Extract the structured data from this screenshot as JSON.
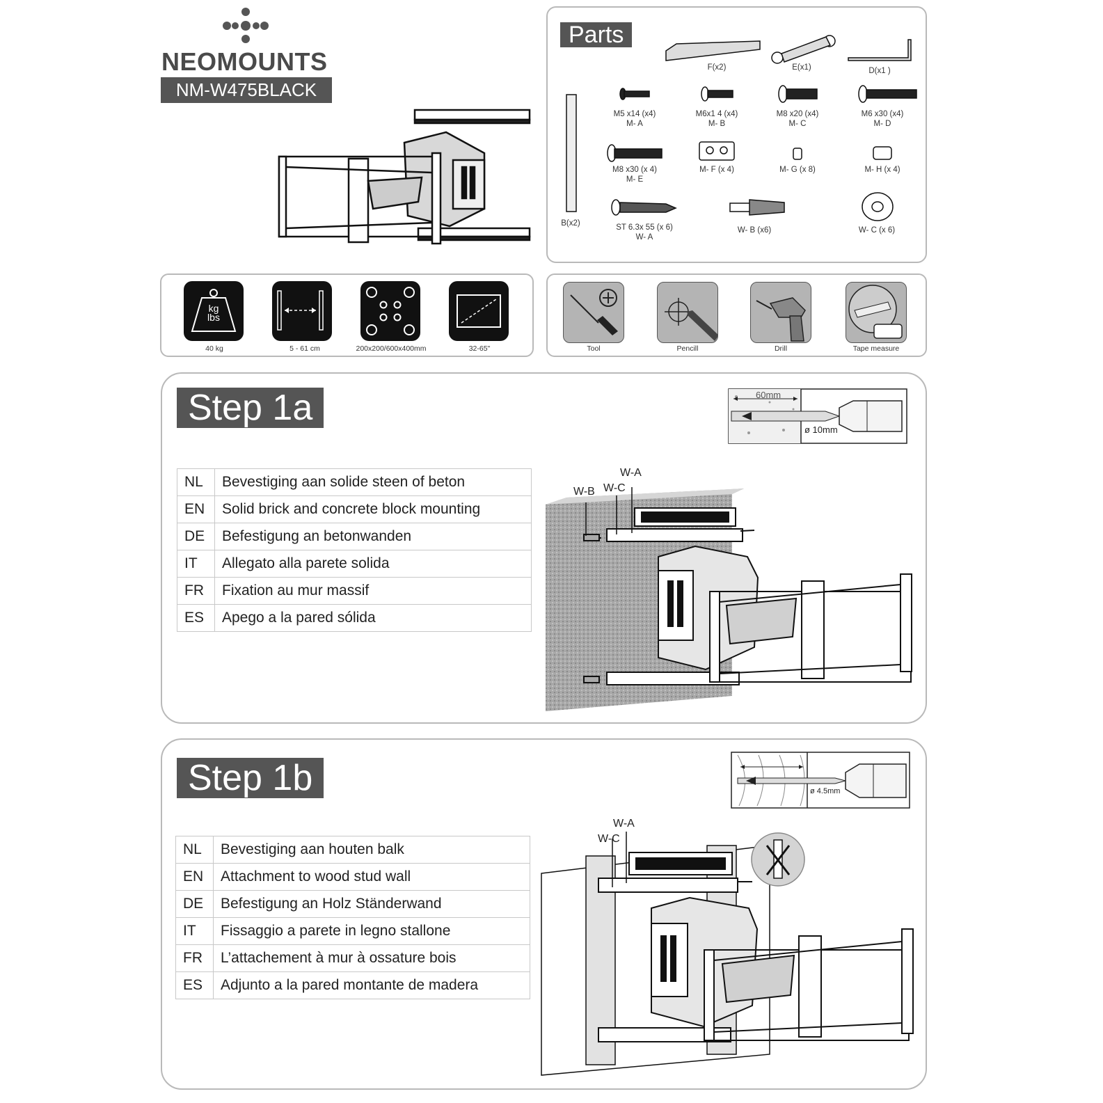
{
  "brand": {
    "name": "NEOMOUNTS",
    "model": "NM-W475BLACK"
  },
  "parts": {
    "title": "Parts",
    "items": [
      {
        "label1": "F(x2)",
        "label2": ""
      },
      {
        "label1": "E(x1)",
        "label2": ""
      },
      {
        "label1": "D(x1 )",
        "label2": ""
      },
      {
        "label1": "M5 x14 (x4)",
        "label2": "M- A"
      },
      {
        "label1": "M6x1 4 (x4)",
        "label2": "M- B"
      },
      {
        "label1": "M8 x20 (x4)",
        "label2": "M- C"
      },
      {
        "label1": "M6 x30 (x4)",
        "label2": "M- D"
      },
      {
        "label1": "M8 x30 (x 4)",
        "label2": "M- E"
      },
      {
        "label1": "M- F (x 4)",
        "label2": ""
      },
      {
        "label1": "M- G (x 8)",
        "label2": ""
      },
      {
        "label1": "M- H (x 4)",
        "label2": ""
      },
      {
        "label1": "B(x2)",
        "label2": ""
      },
      {
        "label1": "ST 6.3x 55  (x 6)",
        "label2": "W- A"
      },
      {
        "label1": "W- B (x6)",
        "label2": ""
      },
      {
        "label1": "W- C (x 6)",
        "label2": ""
      }
    ]
  },
  "specs": [
    {
      "icon": "weight-icon",
      "label": "40 kg",
      "glyph1": "kg",
      "glyph2": "lbs"
    },
    {
      "icon": "wall-distance-icon",
      "label": "5 - 61 cm"
    },
    {
      "icon": "vesa-pattern-icon",
      "label": "200x200/600x400mm"
    },
    {
      "icon": "screen-size-icon",
      "label": "32-65\""
    }
  ],
  "tools": [
    {
      "icon": "screwdriver-icon",
      "label": "Tool"
    },
    {
      "icon": "pencil-icon",
      "label": "Pencill"
    },
    {
      "icon": "drill-icon",
      "label": "Drill"
    },
    {
      "icon": "tape-measure-icon",
      "label": "Tape measure"
    }
  ],
  "step1a": {
    "title": "Step 1a",
    "drill_depth": "60mm",
    "drill_diameter": "ø 10mm",
    "callouts": [
      "W-A",
      "W-B",
      "W-C"
    ],
    "rows": [
      {
        "code": "NL",
        "text": "Bevestiging aan solide steen of beton"
      },
      {
        "code": "EN",
        "text": "Solid brick and concrete block mounting"
      },
      {
        "code": "DE",
        "text": "Befestigung an betonwanden"
      },
      {
        "code": "IT",
        "text": "Allegato alla parete solida"
      },
      {
        "code": "FR",
        "text": "Fixation au mur massif"
      },
      {
        "code": "ES",
        "text": "Apego a la pared sólida"
      }
    ]
  },
  "step1b": {
    "title": "Step 1b",
    "drill_diameter": "ø 4.5mm",
    "callouts": [
      "W-A",
      "W-C"
    ],
    "rows": [
      {
        "code": "NL",
        "text": "Bevestiging aan houten balk"
      },
      {
        "code": "EN",
        "text": "Attachment to wood stud wall"
      },
      {
        "code": "DE",
        "text": "Befestigung an Holz Ständerwand"
      },
      {
        "code": "IT",
        "text": "Fissaggio a parete in legno stallone"
      },
      {
        "code": "FR",
        "text": "L’attachement à mur à ossature bois"
      },
      {
        "code": "ES",
        "text": "Adjunto a la pared montante de madera"
      }
    ]
  }
}
